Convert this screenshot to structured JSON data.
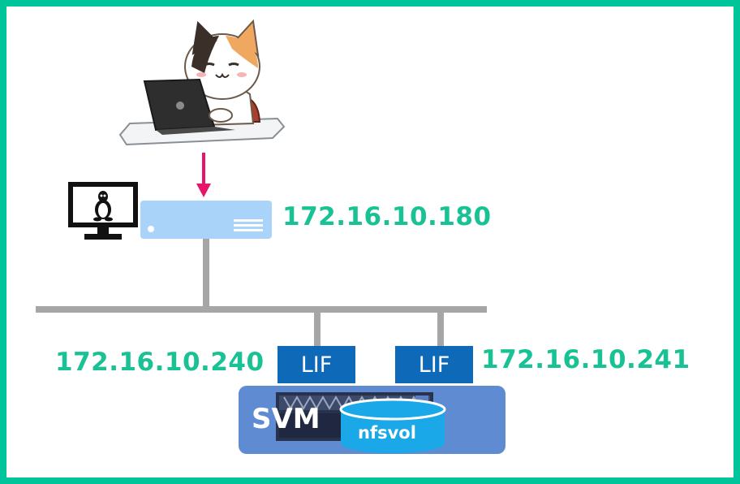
{
  "colors": {
    "border": "#00c49a",
    "ip_text": "#19c294",
    "lif_fill": "#0e6ab8",
    "svm_fill": "#5f8bd3",
    "volume_fill": "#1aa8e8",
    "server_fill": "#a9d3f8",
    "network_line": "#a6a6a6",
    "arrow": "#e8136a"
  },
  "client": {
    "illustration_icon": "cat-with-laptop-icon",
    "os_icon": "linux-tux-monitor-icon",
    "server_icon": "server-rack-icon",
    "ip": "172.16.10.180"
  },
  "lifs": [
    {
      "label": "LIF",
      "ip": "172.16.10.240"
    },
    {
      "label": "LIF",
      "ip": "172.16.10.241"
    }
  ],
  "svm": {
    "label": "SVM",
    "hardware_icon": "storage-array-icon",
    "volume": {
      "label": "nfsvol",
      "icon": "volume-cylinder-icon"
    }
  }
}
